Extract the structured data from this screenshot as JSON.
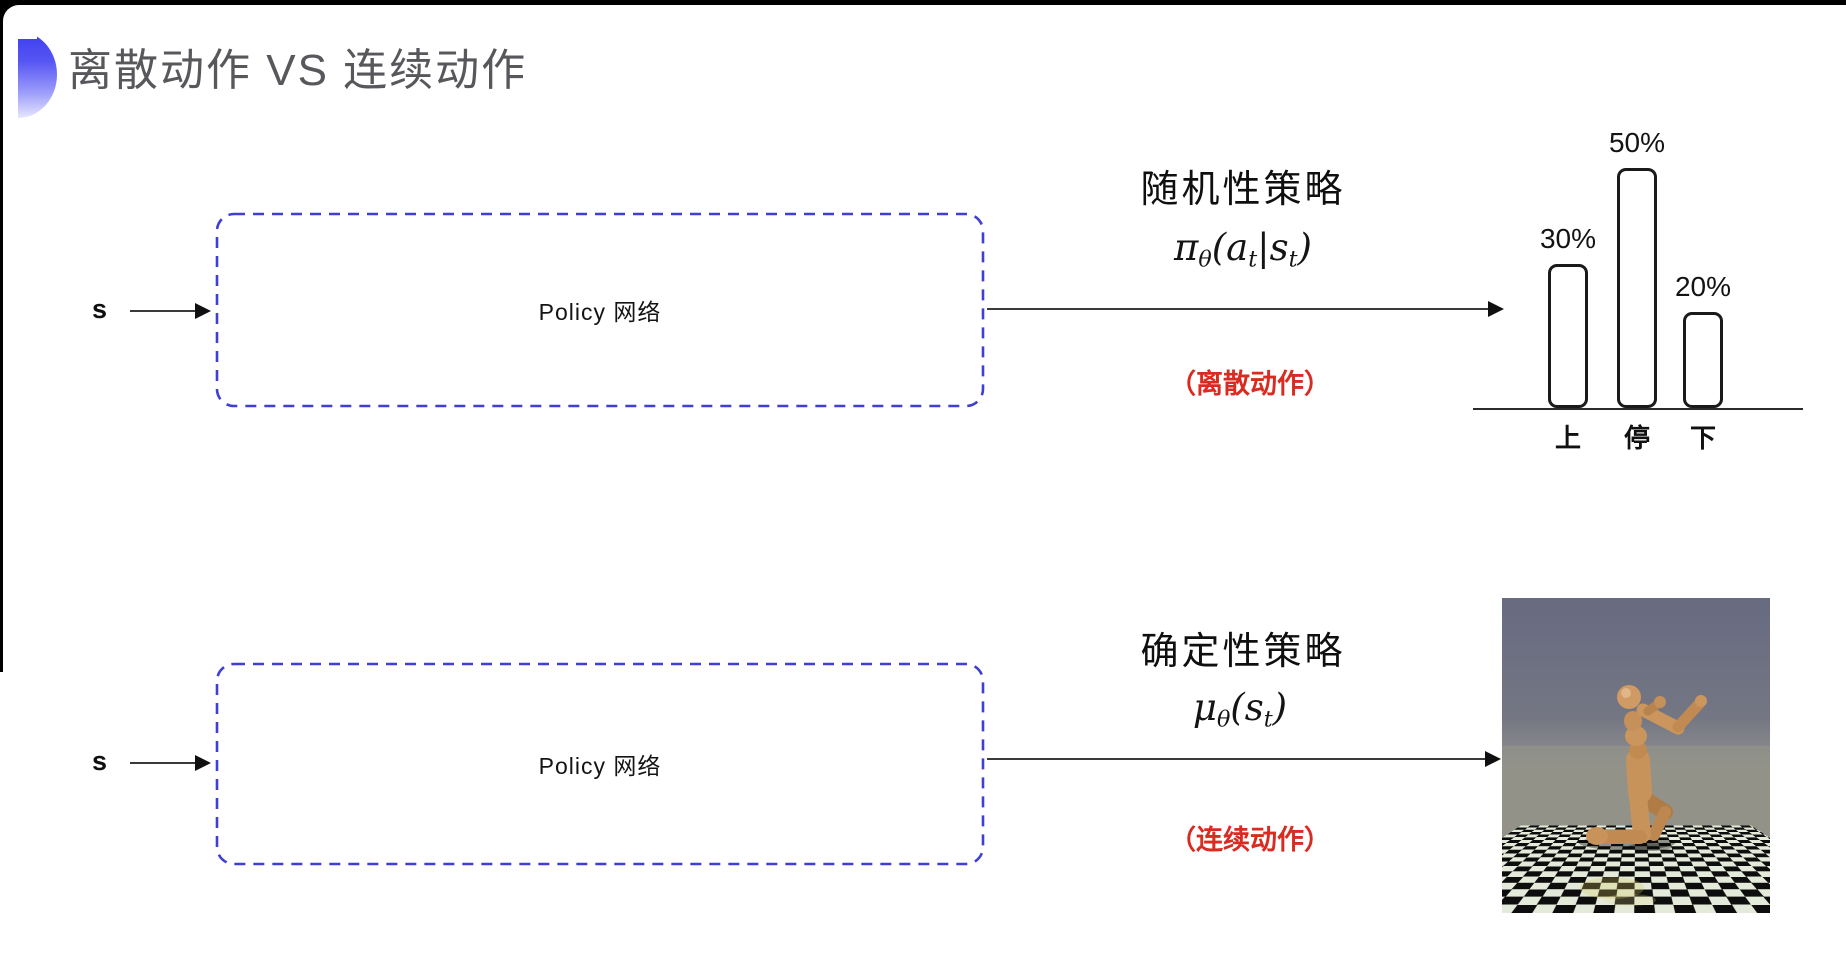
{
  "title": "离散动作 VS 连续动作",
  "row1": {
    "input_label": "s",
    "box_label": "Policy 网络",
    "policy_title": "随机性策略",
    "formula": {
      "p1": "π",
      "p2": "θ",
      "p3": "(a",
      "p4": "t",
      "p5": "|s",
      "p6": "t",
      "p7": ")"
    },
    "note": "（离散动作）"
  },
  "row2": {
    "input_label": "s",
    "box_label": "Policy 网络",
    "policy_title": "确定性策略",
    "formula": {
      "p1": "μ",
      "p2": "θ",
      "p3": "(s",
      "p4": "t",
      "p5": ")"
    },
    "note": "（连续动作）"
  },
  "chart_data": {
    "type": "bar",
    "categories": [
      "上",
      "停",
      "下"
    ],
    "values": [
      30,
      50,
      20
    ],
    "value_labels": [
      "30%",
      "50%",
      "20%"
    ],
    "title": "",
    "xlabel": "",
    "ylabel": "",
    "ylim": [
      0,
      55
    ],
    "grid": false,
    "legend": false
  },
  "colors": {
    "accent_blue": "#3f3fd3",
    "note_red": "#d92b21",
    "title_gray": "#58585c",
    "bar_outline": "#1a1a1a"
  }
}
